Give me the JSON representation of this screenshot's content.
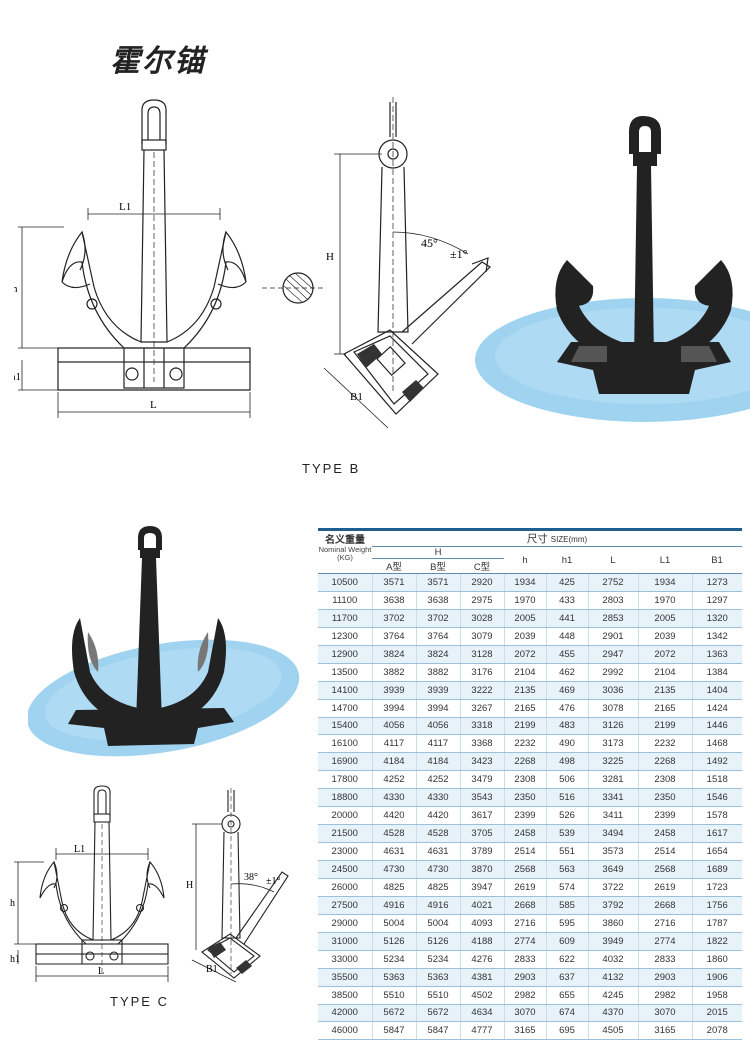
{
  "title": "霍尔锚",
  "type_b_label": "TYPE  B",
  "type_c_label": "TYPE  C",
  "drawing_b": {
    "L1": "L1",
    "h": "h",
    "h1": "h1",
    "L": "L",
    "H": "H",
    "B1": "B1",
    "angle": "45°",
    "tolerance": "±1°"
  },
  "drawing_c": {
    "L1": "L1",
    "h": "h",
    "h1": "h1",
    "L": "L",
    "H": "H",
    "B1": "B1",
    "angle": "38°",
    "tolerance": "±1°"
  },
  "colors": {
    "table_rule": "#1f5f8f",
    "row_tint": "#e8f2f9",
    "water_blue": "#9fd3f0",
    "anchor": "#222222"
  },
  "table": {
    "name_cn": "名义重量",
    "name_en": "Nominal Weight (KG)",
    "size_cn": "尺寸",
    "size_unit": "SIZE(mm)",
    "H_label": "H",
    "col_A": "A型",
    "col_B": "B型",
    "col_C": "C型",
    "col_h": "h",
    "col_h1": "h1",
    "col_L": "L",
    "col_L1": "L1",
    "col_B1": "B1",
    "rows": [
      [
        "10500",
        "3571",
        "3571",
        "2920",
        "1934",
        "425",
        "2752",
        "1934",
        "1273"
      ],
      [
        "11100",
        "3638",
        "3638",
        "2975",
        "1970",
        "433",
        "2803",
        "1970",
        "1297"
      ],
      [
        "11700",
        "3702",
        "3702",
        "3028",
        "2005",
        "441",
        "2853",
        "2005",
        "1320"
      ],
      [
        "12300",
        "3764",
        "3764",
        "3079",
        "2039",
        "448",
        "2901",
        "2039",
        "1342"
      ],
      [
        "12900",
        "3824",
        "3824",
        "3128",
        "2072",
        "455",
        "2947",
        "2072",
        "1363"
      ],
      [
        "13500",
        "3882",
        "3882",
        "3176",
        "2104",
        "462",
        "2992",
        "2104",
        "1384"
      ],
      [
        "14100",
        "3939",
        "3939",
        "3222",
        "2135",
        "469",
        "3036",
        "2135",
        "1404"
      ],
      [
        "14700",
        "3994",
        "3994",
        "3267",
        "2165",
        "476",
        "3078",
        "2165",
        "1424"
      ],
      [
        "15400",
        "4056",
        "4056",
        "3318",
        "2199",
        "483",
        "3126",
        "2199",
        "1446"
      ],
      [
        "16100",
        "4117",
        "4117",
        "3368",
        "2232",
        "490",
        "3173",
        "2232",
        "1468"
      ],
      [
        "16900",
        "4184",
        "4184",
        "3423",
        "2268",
        "498",
        "3225",
        "2268",
        "1492"
      ],
      [
        "17800",
        "4252",
        "4252",
        "3479",
        "2308",
        "506",
        "3281",
        "2308",
        "1518"
      ],
      [
        "18800",
        "4330",
        "4330",
        "3543",
        "2350",
        "516",
        "3341",
        "2350",
        "1546"
      ],
      [
        "20000",
        "4420",
        "4420",
        "3617",
        "2399",
        "526",
        "3411",
        "2399",
        "1578"
      ],
      [
        "21500",
        "4528",
        "4528",
        "3705",
        "2458",
        "539",
        "3494",
        "2458",
        "1617"
      ],
      [
        "23000",
        "4631",
        "4631",
        "3789",
        "2514",
        "551",
        "3573",
        "2514",
        "1654"
      ],
      [
        "24500",
        "4730",
        "4730",
        "3870",
        "2568",
        "563",
        "3649",
        "2568",
        "1689"
      ],
      [
        "26000",
        "4825",
        "4825",
        "3947",
        "2619",
        "574",
        "3722",
        "2619",
        "1723"
      ],
      [
        "27500",
        "4916",
        "4916",
        "4021",
        "2668",
        "585",
        "3792",
        "2668",
        "1756"
      ],
      [
        "29000",
        "5004",
        "5004",
        "4093",
        "2716",
        "595",
        "3860",
        "2716",
        "1787"
      ],
      [
        "31000",
        "5126",
        "5126",
        "4188",
        "2774",
        "609",
        "3949",
        "2774",
        "1822"
      ],
      [
        "33000",
        "5234",
        "5234",
        "4276",
        "2833",
        "622",
        "4032",
        "2833",
        "1860"
      ],
      [
        "35500",
        "5363",
        "5363",
        "4381",
        "2903",
        "637",
        "4132",
        "2903",
        "1906"
      ],
      [
        "38500",
        "5510",
        "5510",
        "4502",
        "2982",
        "655",
        "4245",
        "2982",
        "1958"
      ],
      [
        "42000",
        "5672",
        "5672",
        "4634",
        "3070",
        "674",
        "4370",
        "3070",
        "2015"
      ],
      [
        "46000",
        "5847",
        "5847",
        "4777",
        "3165",
        "695",
        "4505",
        "3165",
        "2078"
      ]
    ]
  }
}
